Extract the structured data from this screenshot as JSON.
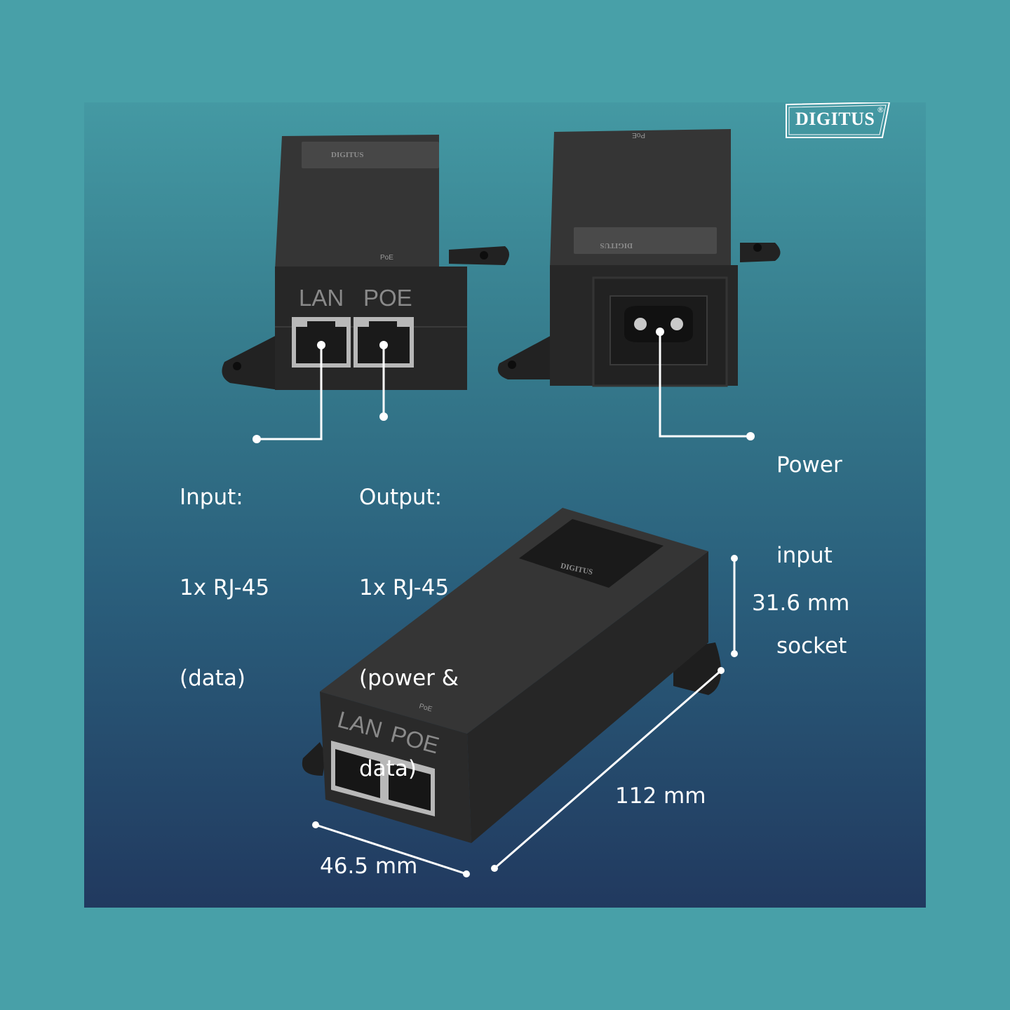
{
  "brand": {
    "logo_text": "DIGITUS",
    "registered": "®"
  },
  "device": {
    "port_lan": "LAN",
    "port_poe": "POE",
    "poe_mark": "PoE",
    "embossed_logo": "DIGITUS"
  },
  "callouts": {
    "input": {
      "lines": [
        "Input:",
        "1x RJ-45",
        "(data)"
      ]
    },
    "output": {
      "lines": [
        "Output:",
        "1x RJ-45",
        "(power &",
        "data)"
      ]
    },
    "power": {
      "lines": [
        "Power",
        "input",
        "socket"
      ]
    }
  },
  "dimensions": {
    "height": "31.6 mm",
    "length": "112 mm",
    "width": "46.5 mm"
  },
  "colors": {
    "page_bg": "#48a0a8",
    "device_body": "#2c2c2c",
    "callout_line": "#ffffff"
  }
}
